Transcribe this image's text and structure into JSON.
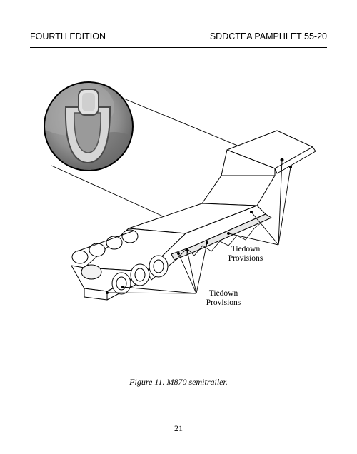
{
  "header": {
    "edition": "FOURTH EDITION",
    "pamphlet": "SDDCTEA PAMPHLET 55-20"
  },
  "figure": {
    "callout_upper_line1": "Tiedown",
    "callout_upper_line2": "Provisions",
    "callout_lower_line1": "Tiedown",
    "callout_lower_line2": "Provisions",
    "caption": "Figure 11. M870 semitrailer."
  },
  "page_number": "21"
}
